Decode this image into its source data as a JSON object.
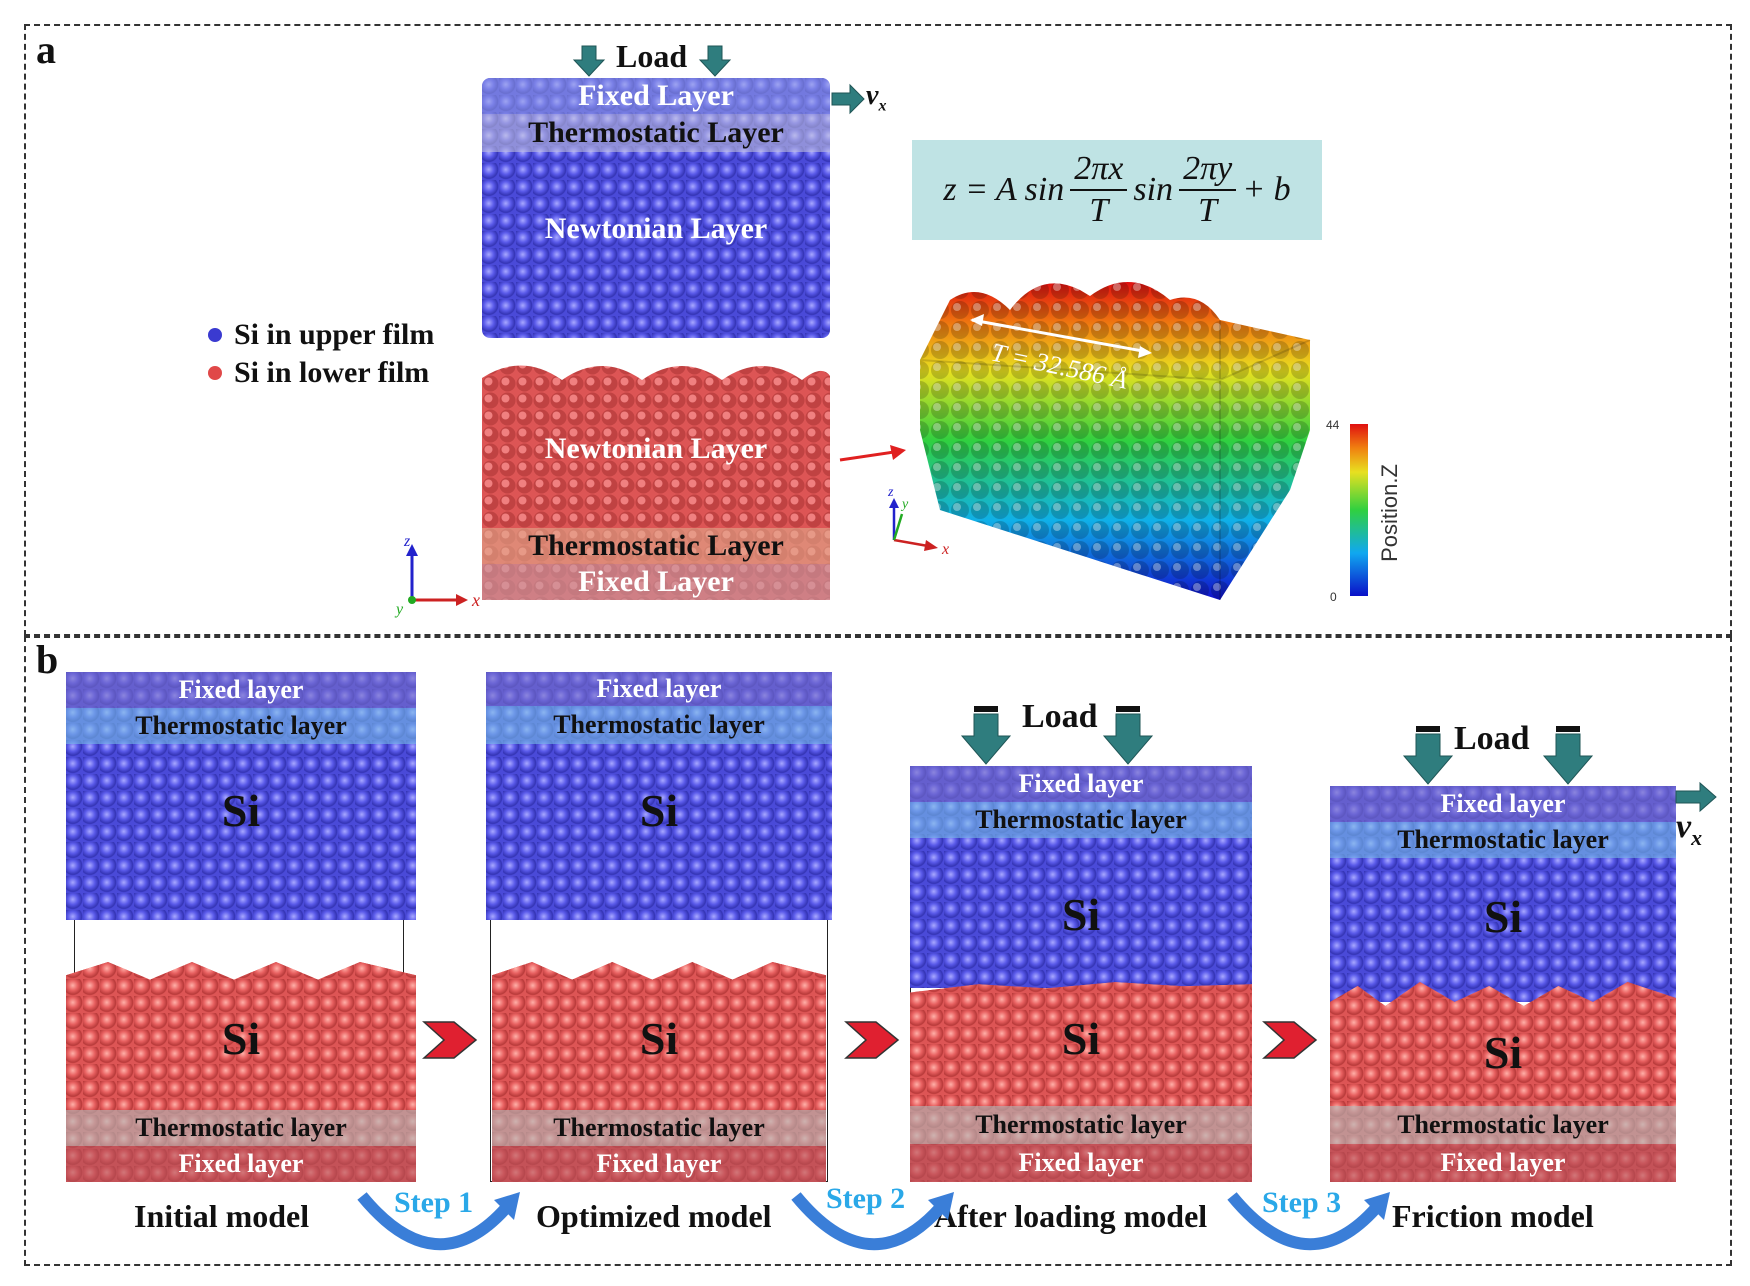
{
  "panel_a": {
    "label": "a",
    "load": "Load",
    "velocity": "v",
    "velocity_sub": "x",
    "upper": {
      "fixed": "Fixed Layer",
      "thermo": "Thermostatic Layer",
      "newton": "Newtonian Layer"
    },
    "lower": {
      "newton": "Newtonian Layer",
      "thermo": "Thermostatic Layer",
      "fixed": "Fixed Layer"
    },
    "legend": [
      {
        "label": "Si in upper film",
        "color": "#3a3ad0"
      },
      {
        "label": "Si in lower film",
        "color": "#e04848"
      }
    ],
    "formula": {
      "lhs": "z = A sin",
      "f1_num": "2πx",
      "f1_den": "T",
      "mid": "sin",
      "f2_num": "2πy",
      "f2_den": "T",
      "rhs": "+ b"
    },
    "period_label": "T = 32.586 Å",
    "colorbar": {
      "title": "Position.Z",
      "max": "44",
      "min": "0"
    },
    "axes": {
      "x": "x",
      "y": "y",
      "z": "z"
    }
  },
  "panel_b": {
    "label": "b",
    "models": [
      {
        "caption": "Initial model",
        "fixed_top": "Fixed layer",
        "thermo_top": "Thermostatic layer",
        "si_top": "Si",
        "si_bot": "Si",
        "thermo_bot": "Thermostatic layer",
        "fixed_bot": "Fixed layer"
      },
      {
        "caption": "Optimized model",
        "fixed_top": "Fixed layer",
        "thermo_top": "Thermostatic layer",
        "si_top": "Si",
        "si_bot": "Si",
        "thermo_bot": "Thermostatic layer",
        "fixed_bot": "Fixed layer"
      },
      {
        "caption": "After loading model",
        "fixed_top": "Fixed layer",
        "thermo_top": "Thermostatic layer",
        "si_top": "Si",
        "si_bot": "Si",
        "thermo_bot": "Thermostatic layer",
        "fixed_bot": "Fixed layer",
        "load": "Load"
      },
      {
        "caption": "Friction model",
        "fixed_top": "Fixed layer",
        "thermo_top": "Thermostatic layer",
        "si_top": "Si",
        "si_bot": "Si",
        "thermo_bot": "Thermostatic layer",
        "fixed_bot": "Fixed layer",
        "load": "Load",
        "velocity": "v",
        "velocity_sub": "x"
      }
    ],
    "steps": [
      "Step 1",
      "Step 2",
      "Step 3"
    ]
  }
}
